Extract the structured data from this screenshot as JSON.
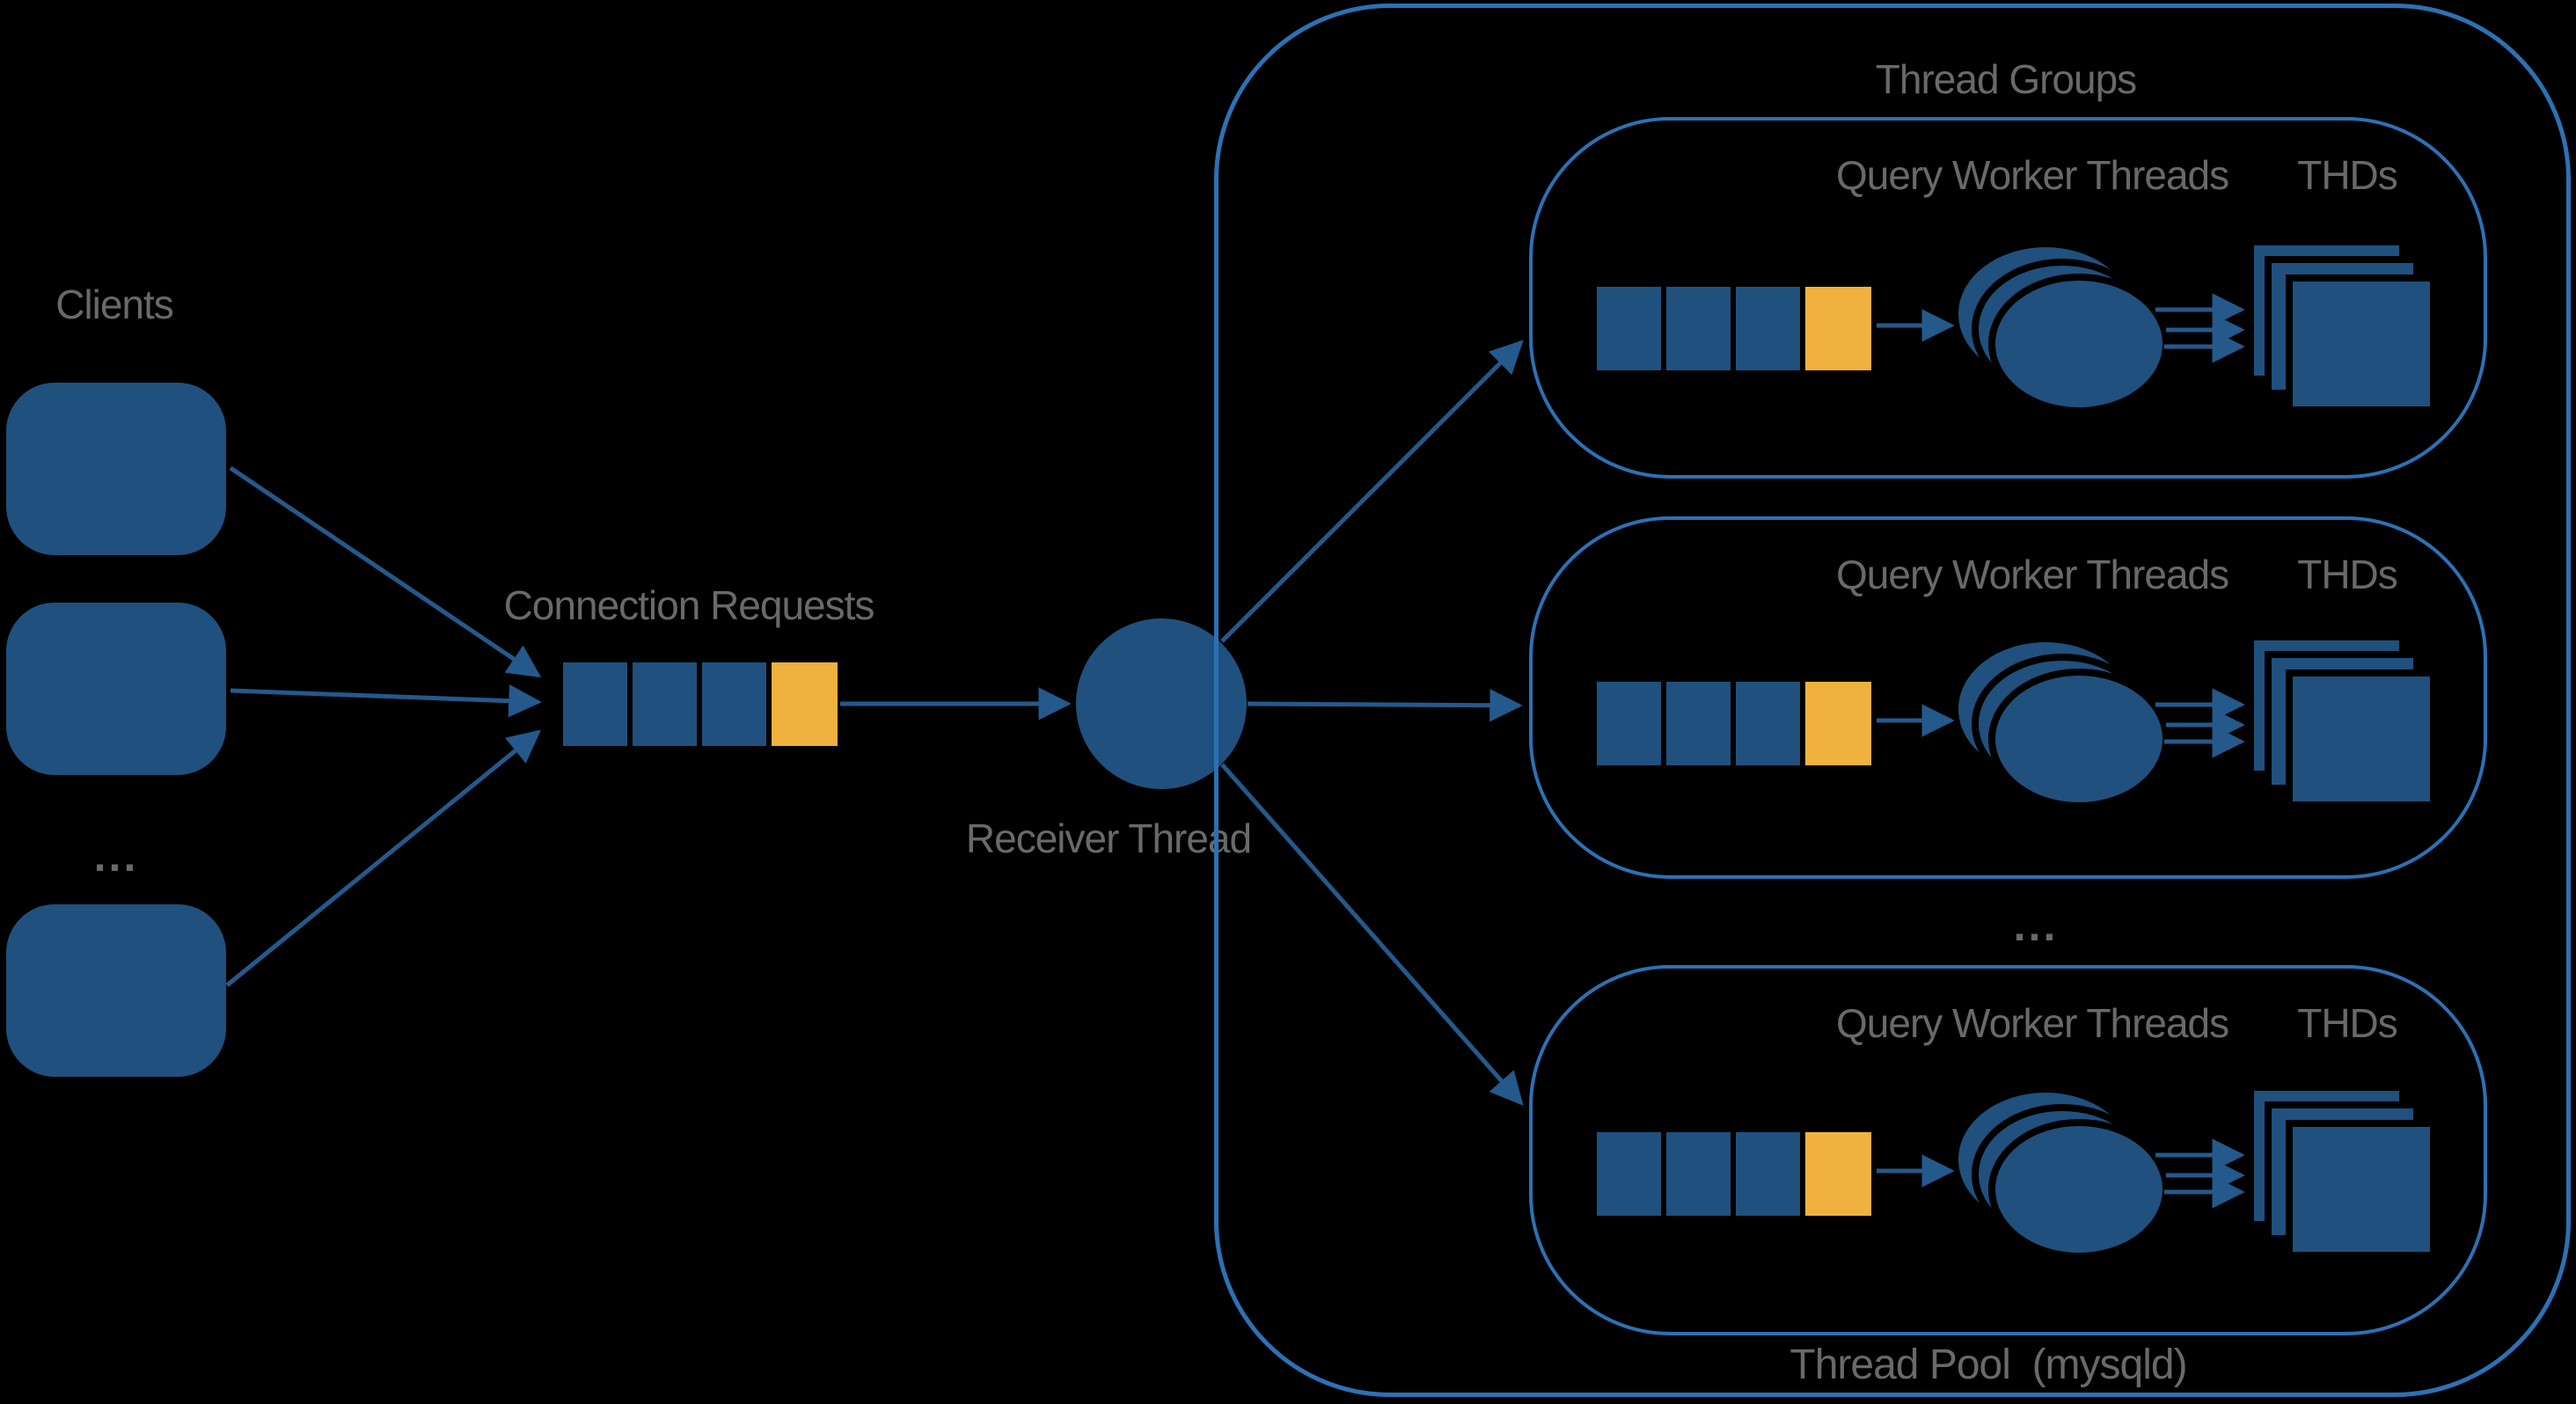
{
  "title": "MySQL Thread Pool architecture diagram",
  "colors": {
    "background": "#000000",
    "shape_blue": "#20507D",
    "border_blue": "#2C71B5",
    "arrow_blue": "#24598C",
    "accent_orange": "#F1B13E",
    "label_gray": "#696969"
  },
  "clients": {
    "label": "Clients",
    "ellipsis": "...",
    "box_count": 3
  },
  "connection_requests": {
    "label": "Connection Requests",
    "queue_cells": [
      "request",
      "request",
      "request",
      "head"
    ]
  },
  "receiver": {
    "label": "Receiver Thread"
  },
  "thread_pool": {
    "groups_title": "Thread Groups",
    "pool_label": "Thread Pool  (mysqld)",
    "groups_ellipsis": "...",
    "groups": [
      {
        "worker_label": "Query Worker Threads",
        "thds_label": "THDs",
        "queue_cells": [
          "request",
          "request",
          "request",
          "head"
        ]
      },
      {
        "worker_label": "Query Worker Threads",
        "thds_label": "THDs",
        "queue_cells": [
          "request",
          "request",
          "request",
          "head"
        ]
      },
      {
        "worker_label": "Query Worker Threads",
        "thds_label": "THDs",
        "queue_cells": [
          "request",
          "request",
          "request",
          "head"
        ]
      }
    ]
  }
}
